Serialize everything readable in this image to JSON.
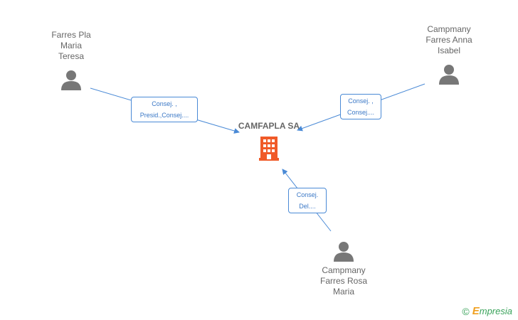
{
  "company": {
    "name": "CAMFAPLA SA",
    "icon": "building-icon",
    "color": "#f05a28"
  },
  "persons": [
    {
      "id": "p1",
      "lines": [
        "Farres Pla",
        "Maria",
        "Teresa"
      ],
      "icon": "person-icon"
    },
    {
      "id": "p2",
      "lines": [
        "Campmany",
        "Farres Anna",
        "Isabel"
      ],
      "icon": "person-icon"
    },
    {
      "id": "p3",
      "lines": [
        "Campmany",
        "Farres Rosa",
        "Maria"
      ],
      "icon": "person-icon"
    }
  ],
  "relations": [
    {
      "from": "p1",
      "lines": [
        "Consej. ,",
        "Presid.,Consej...."
      ]
    },
    {
      "from": "p2",
      "lines": [
        "Consej. ,",
        "Consej...."
      ]
    },
    {
      "from": "p3",
      "lines": [
        "Consej.",
        "Del...."
      ]
    }
  ],
  "colors": {
    "edge": "#4a8ad6",
    "person_icon": "#777777",
    "label_text": "#3b78c6"
  },
  "footer": {
    "copyright": "©",
    "brand_first": "E",
    "brand_rest": "mpresia"
  }
}
